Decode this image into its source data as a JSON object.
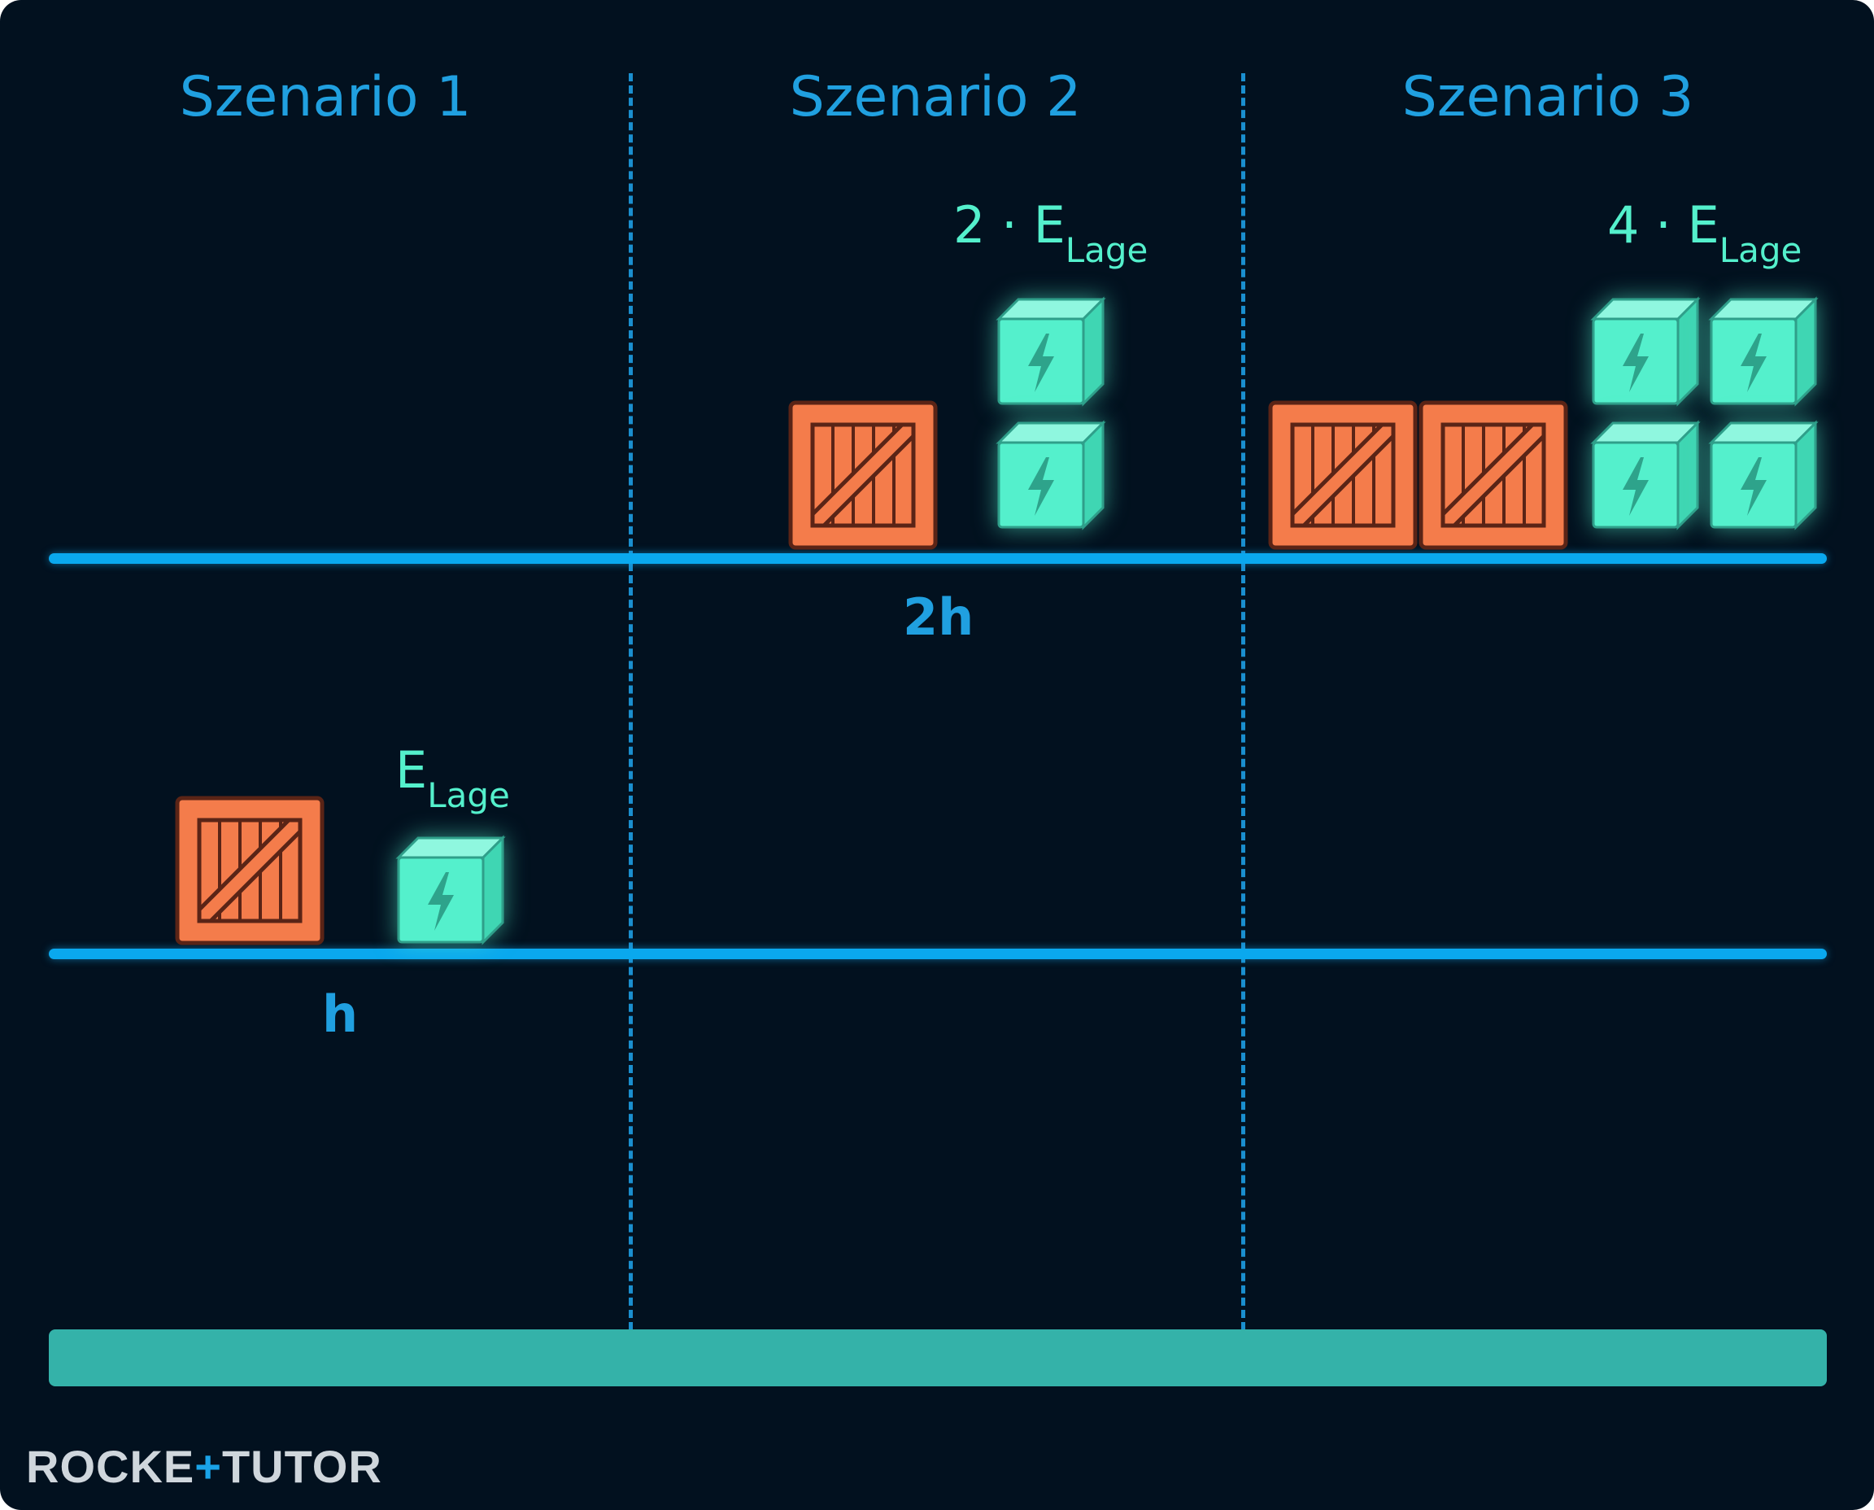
{
  "scenarios": [
    {
      "heading": "Szenario 1",
      "height_label": "h",
      "energy_label": {
        "main": "E",
        "sub": "Lage"
      },
      "crates": 1,
      "batteries": 1
    },
    {
      "heading": "Szenario 2",
      "height_label": "2h",
      "energy_label": {
        "main": "2 · E",
        "sub": "Lage"
      },
      "crates": 1,
      "batteries": 2
    },
    {
      "heading": "Szenario 3",
      "height_label": "",
      "energy_label": {
        "main": "4 · E",
        "sub": "Lage"
      },
      "crates": 2,
      "batteries": 4
    }
  ],
  "logo": {
    "part1": "ROCKE",
    "part2": "+",
    "part3": "TUTO",
    "part4": "R"
  },
  "colors": {
    "background": "#02111f",
    "accent_blue": "#0aa8ee",
    "heading_blue": "#20a0e0",
    "energy_green": "#54f0cc",
    "crate_orange": "#f47c4b",
    "ground_teal": "#34b2a9"
  },
  "icons": {
    "crate": "wooden-crate-icon",
    "battery": "energy-cube-lightning-icon"
  }
}
